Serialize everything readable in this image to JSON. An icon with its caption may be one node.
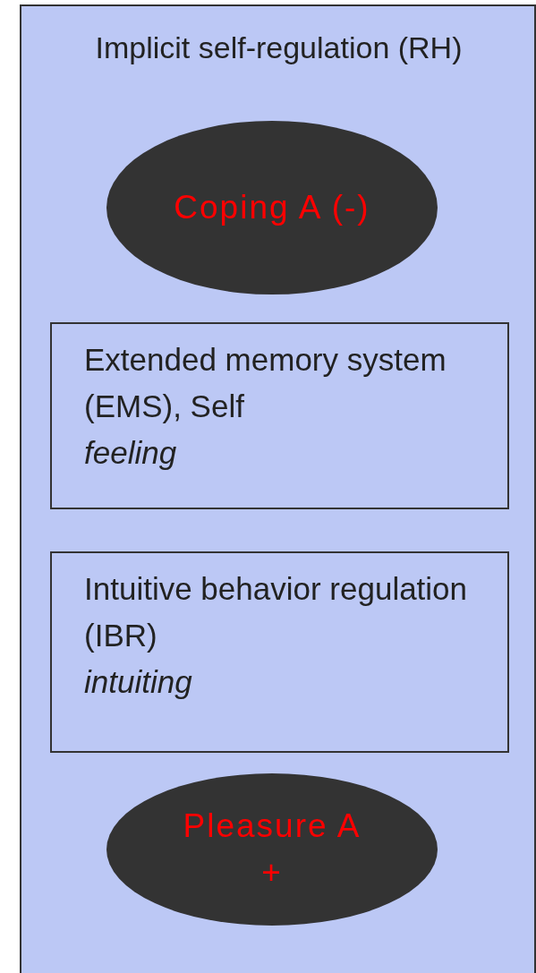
{
  "diagram": {
    "nodes": [
      {
        "text": [
          "Implicit self-regulation (RH)"
        ]
      },
      {
        "text": [
          "Coping A (-)"
        ],
        "in": 0
      },
      {
        "text": [
          "Extended memory system (EMS), Self",
          "feeling"
        ],
        "in": 0
      },
      {
        "text": [
          "Intuitive behavior regulation (IBR)",
          "intuiting"
        ],
        "in": 0
      },
      {
        "text": [
          "Pleasure A +"
        ],
        "in": 0
      }
    ]
  }
}
